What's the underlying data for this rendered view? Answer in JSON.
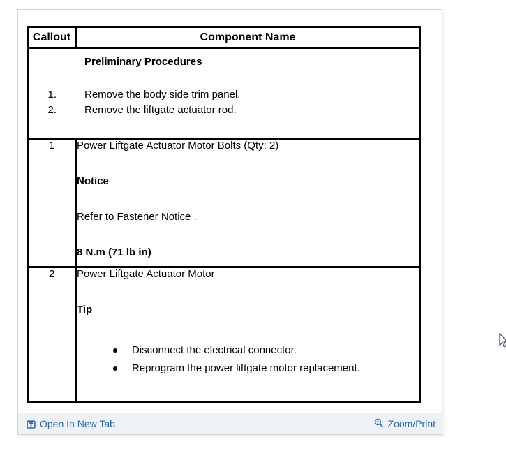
{
  "table": {
    "header": {
      "callout": "Callout",
      "component": "Component Name"
    },
    "rows": [
      {
        "title": "Preliminary Procedures",
        "steps": [
          {
            "num": "1.",
            "text": "Remove the body side trim panel."
          },
          {
            "num": "2.",
            "text": "Remove the liftgate actuator rod."
          }
        ]
      },
      {
        "callout": "1",
        "lines": [
          {
            "text": "Power Liftgate Actuator Motor Bolts (Qty: 2)",
            "bold": false
          },
          {
            "text": "Notice",
            "bold": true
          },
          {
            "text": "Refer to Fastener Notice .",
            "bold": false
          },
          {
            "text": "8 N.m (71 lb in)",
            "bold": true
          }
        ]
      },
      {
        "callout": "2",
        "lines": [
          {
            "text": "Power Liftgate Actuator Motor",
            "bold": false
          },
          {
            "text": "Tip",
            "bold": true
          }
        ],
        "bullets": [
          "Disconnect the electrical connector.",
          "Reprogram the power liftgate motor replacement."
        ]
      }
    ]
  },
  "footer": {
    "open_in_new_tab": "Open In New Tab",
    "zoom_print": "Zoom/Print"
  },
  "icons": {
    "open_in_new_tab": "open-in-new-tab-icon",
    "zoom_print": "magnifier-plus-icon"
  },
  "colors": {
    "link": "#2a6ab4",
    "footer_bg": "#eef1f6",
    "table_border": "#000000",
    "panel_border": "#d4d4d4"
  }
}
